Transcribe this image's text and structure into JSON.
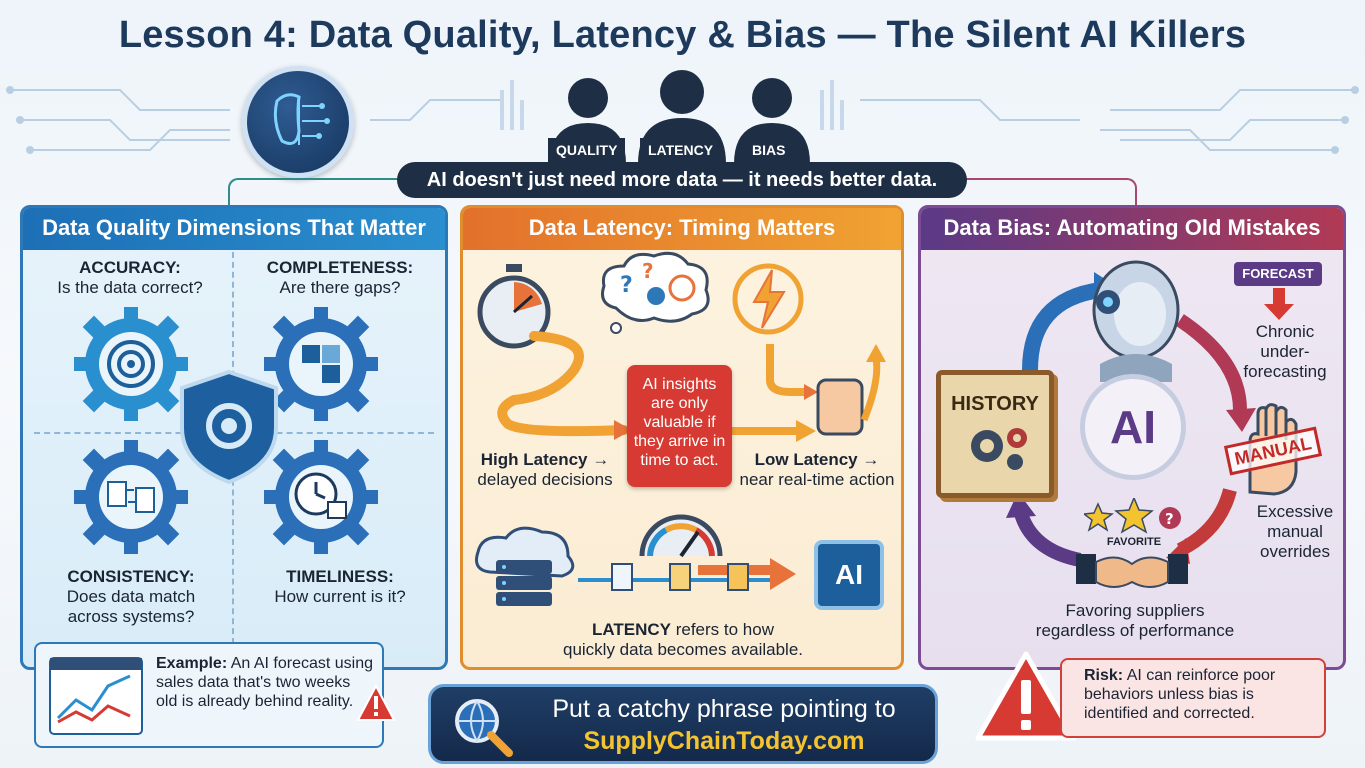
{
  "title": "Lesson 4: Data Quality, Latency & Bias — The Silent AI Killers",
  "header": {
    "tags": [
      "QUALITY",
      "LATENCY",
      "BIAS"
    ],
    "tagline": "AI doesn't just need more data — it needs better data."
  },
  "panel_quality": {
    "title": "Data Quality Dimensions That Matter",
    "accuracy": {
      "name": "ACCURACY:",
      "question": "Is the data correct?"
    },
    "completeness": {
      "name": "COMPLETENESS:",
      "question": "Are there gaps?"
    },
    "consistency": {
      "name": "CONSISTENCY:",
      "question_1": "Does data match",
      "question_2": "across systems?"
    },
    "timeliness": {
      "name": "TIMELINESS:",
      "question": "How current is it?"
    },
    "example_label": "Example:",
    "example_text": "An AI forecast using sales data that's two weeks old is already behind reality."
  },
  "panel_latency": {
    "title": "Data Latency: Timing Matters",
    "high_label": "High Latency →",
    "high_sub": "delayed decisions",
    "low_label": "Low Latency →",
    "low_sub": "near real-time action",
    "bubble_text": "AI insights are only valuable if they arrive in time to act.",
    "chip_label": "AI",
    "def_term": "LATENCY",
    "def_rest": " refers to how",
    "def_line2": "quickly data becomes available."
  },
  "panel_bias": {
    "title": "Data Bias: Automating Old Mistakes",
    "forecast_tag": "FORECAST",
    "chronic": [
      "Chronic",
      "under-",
      "forecasting"
    ],
    "history_label": "HISTORY",
    "ai_label": "AI",
    "manual_label": "MANUAL",
    "excessive": [
      "Excessive",
      "manual",
      "overrides"
    ],
    "favorite_label": "FAVORITE",
    "favoring_1": "Favoring suppliers",
    "favoring_2": "regardless of performance",
    "risk_label": "Risk:",
    "risk_text": "AI can reinforce poor behaviors unless bias is identified and corrected."
  },
  "cta": {
    "line1": "Put a catchy phrase pointing to",
    "line2": "SupplyChainToday.com"
  },
  "colors": {
    "quality": "#2a8fcf",
    "latency": "#f0a332",
    "bias": "#7b4b96",
    "navy": "#1e2f45",
    "alert": "#d73a32"
  }
}
